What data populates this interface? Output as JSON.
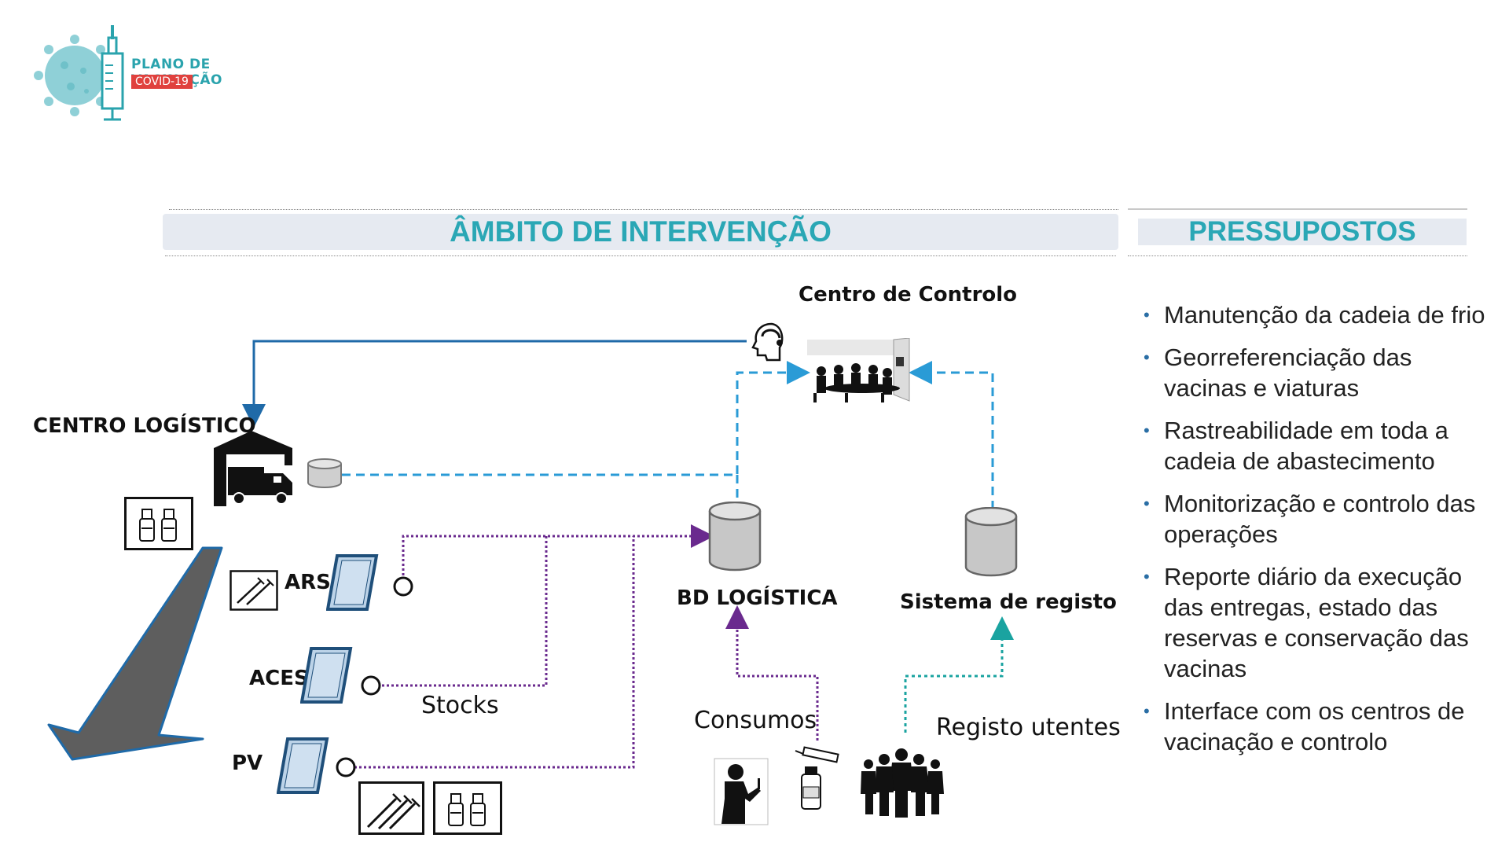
{
  "logo": {
    "title": "PLANO DE VACINAÇÃO",
    "tag": "COVID-19"
  },
  "headers": {
    "scope": "ÂMBITO DE INTERVENÇÃO",
    "assumptions": "PRESSUPOSTOS"
  },
  "nodes": {
    "control_center": "Centro de Controlo",
    "logistics_center": "CENTRO LOGÍSTICO",
    "ars": "ARS",
    "aces": "ACES",
    "pv": "PV",
    "bd_logistics": "BD LOGÍSTICA",
    "registry_system": "Sistema de registo"
  },
  "flows": {
    "stocks": "Stocks",
    "consumption": "Consumos",
    "patient_registry": "Registo utentes"
  },
  "assumptions": [
    "Manutenção da cadeia de frio",
    "Georreferenciação das vacinas e viaturas",
    "Rastreabilidade em toda a cadeia de abastecimento",
    "Monitorização e controlo das operações",
    "Reporte diário da execução das entregas, estado das reservas e conservação das vacinas",
    "Interface com os centros de vacinação e controlo"
  ],
  "colors": {
    "teal": "#2aa7b5",
    "blue_line": "#1f6aa8",
    "dashed_blue": "#2a9bd6",
    "purple": "#6a2a8e",
    "dashed_teal": "#1aa3a0",
    "gray_arrow": "#5e5e5e"
  }
}
